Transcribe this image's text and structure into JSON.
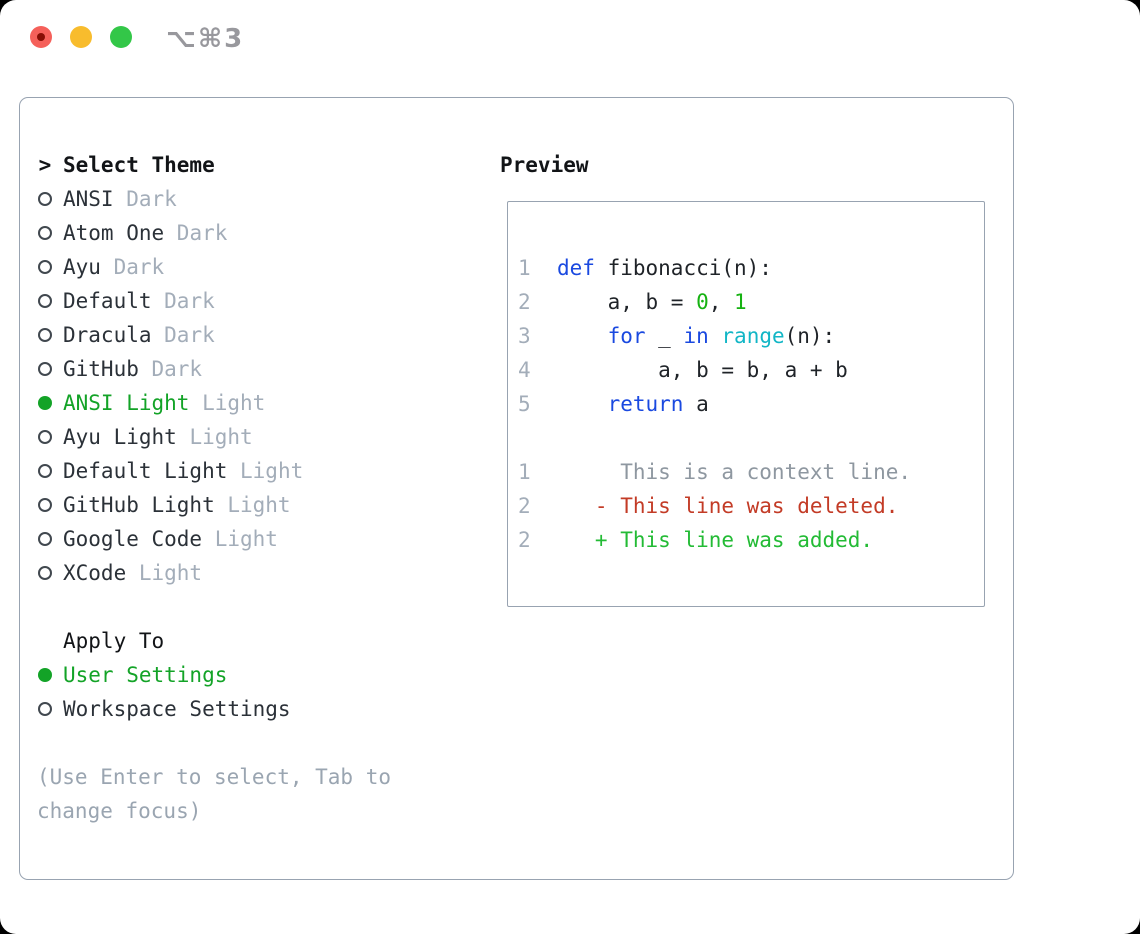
{
  "titlebar": {
    "shortcut": "⌥⌘3"
  },
  "theme_panel": {
    "prompt": ">",
    "heading": "Select Theme",
    "items": [
      {
        "label": "ANSI",
        "tag": "Dark",
        "selected": false
      },
      {
        "label": "Atom One",
        "tag": "Dark",
        "selected": false
      },
      {
        "label": "Ayu",
        "tag": "Dark",
        "selected": false
      },
      {
        "label": "Default",
        "tag": "Dark",
        "selected": false
      },
      {
        "label": "Dracula",
        "tag": "Dark",
        "selected": false
      },
      {
        "label": "GitHub",
        "tag": "Dark",
        "selected": false
      },
      {
        "label": "ANSI Light",
        "tag": "Light",
        "selected": true
      },
      {
        "label": "Ayu Light",
        "tag": "Light",
        "selected": false
      },
      {
        "label": "Default Light",
        "tag": "Light",
        "selected": false
      },
      {
        "label": "GitHub Light",
        "tag": "Light",
        "selected": false
      },
      {
        "label": "Google Code",
        "tag": "Light",
        "selected": false
      },
      {
        "label": "XCode",
        "tag": "Light",
        "selected": false
      }
    ],
    "apply_heading": "Apply To",
    "apply_items": [
      {
        "label": "User Settings",
        "selected": true
      },
      {
        "label": "Workspace Settings",
        "selected": false
      }
    ],
    "hint": "(Use Enter to select, Tab to change focus)"
  },
  "preview": {
    "heading": "Preview",
    "lines": [
      {
        "num": "1",
        "segs": [
          {
            "c": "kw",
            "t": "def"
          },
          {
            "c": "fg",
            "t": " fibonacci(n):"
          }
        ]
      },
      {
        "num": "2",
        "segs": [
          {
            "c": "fg",
            "t": "    a, b = "
          },
          {
            "c": "num",
            "t": "0"
          },
          {
            "c": "fg",
            "t": ", "
          },
          {
            "c": "num",
            "t": "1"
          }
        ]
      },
      {
        "num": "3",
        "segs": [
          {
            "c": "fg",
            "t": "    "
          },
          {
            "c": "kw",
            "t": "for"
          },
          {
            "c": "fg",
            "t": " _ "
          },
          {
            "c": "kw",
            "t": "in"
          },
          {
            "c": "fg",
            "t": " "
          },
          {
            "c": "fn",
            "t": "range"
          },
          {
            "c": "fg",
            "t": "(n):"
          }
        ]
      },
      {
        "num": "4",
        "segs": [
          {
            "c": "fg",
            "t": "        a, b = b, a + b"
          }
        ]
      },
      {
        "num": "5",
        "segs": [
          {
            "c": "fg",
            "t": "    "
          },
          {
            "c": "kw",
            "t": "return"
          },
          {
            "c": "fg",
            "t": " a"
          }
        ]
      },
      {
        "num": "",
        "segs": []
      },
      {
        "num": "1",
        "segs": [
          {
            "c": "ctx",
            "t": "     This is a context line."
          }
        ]
      },
      {
        "num": "2",
        "segs": [
          {
            "c": "del",
            "t": "   - This line was deleted."
          }
        ]
      },
      {
        "num": "2",
        "segs": [
          {
            "c": "add",
            "t": "   + This line was added."
          }
        ]
      }
    ]
  },
  "colors": {
    "heading": "#121417",
    "item": "#2b3138",
    "muted": "#a3adb9",
    "sel": "#13a327",
    "radio": "#41484f",
    "hint": "#9aa5b1",
    "border": "#98a3b1",
    "fg": "#1f2328",
    "kw": "#1a49e0",
    "fn": "#12b6c6",
    "num": "#16b212",
    "ctx": "#8e97a0",
    "del": "#c33b26",
    "add": "#23bb35",
    "ln": "#a3adb9",
    "light_red": "#f5605a",
    "light_red_dot": "#870d04",
    "light_yellow": "#f8bc2d",
    "light_green": "#33c748",
    "shortcut": "#98989d"
  }
}
